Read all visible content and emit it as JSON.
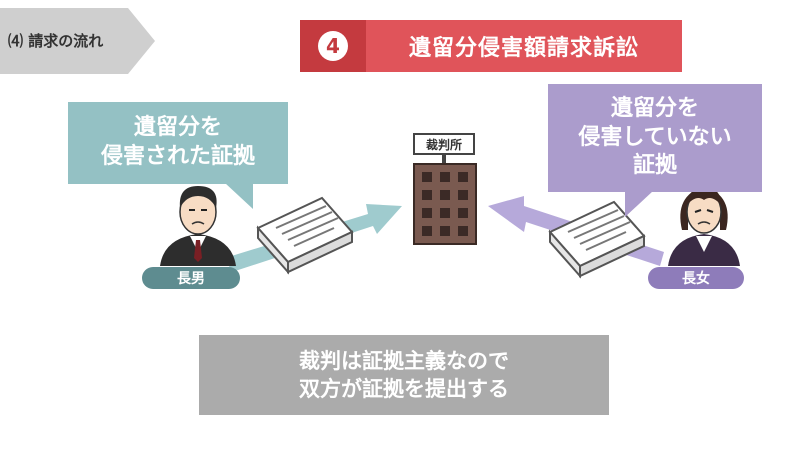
{
  "section_tab": {
    "label": "⑷ 請求の流れ"
  },
  "title_banner": {
    "number": "4",
    "title": "遺留分侵害額請求訴訟"
  },
  "left_party": {
    "bubble_lines": [
      "遺留分を",
      "侵害された証拠"
    ],
    "name": "長男"
  },
  "right_party": {
    "bubble_lines": [
      "遺留分を",
      "侵害していない",
      "証拠"
    ],
    "name": "長女"
  },
  "court": {
    "sign": "裁判所"
  },
  "bottom_note": {
    "lines": [
      "裁判は証拠主義なので",
      "双方が証拠を提出する"
    ]
  },
  "colors": {
    "title_red": "#e0545a",
    "left_teal": "#94c1c4",
    "right_purple": "#ab9ccc",
    "gray": "#ababab",
    "building": "#7a5a50"
  }
}
